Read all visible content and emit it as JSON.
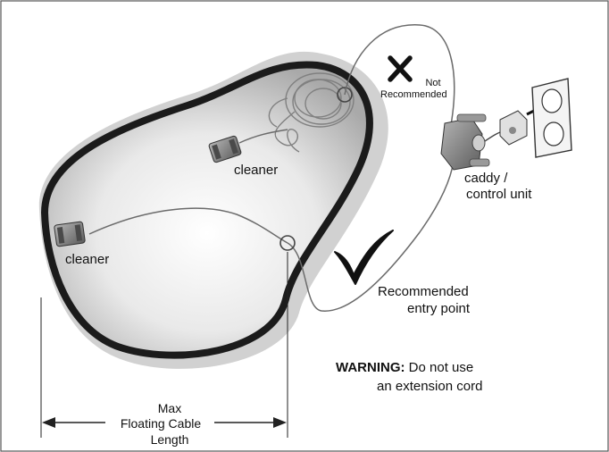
{
  "labels": {
    "cleaner_upper": "cleaner",
    "cleaner_lower": "cleaner",
    "not_line1": "Not",
    "not_line2": "Recommended",
    "caddy_line1": "caddy /",
    "caddy_line2": "control unit",
    "rec_line1": "Recommended",
    "rec_line2": "entry point",
    "warning_bold": "WARNING:",
    "warning_line1_rest": "Do not use",
    "warning_line2": "an extension cord",
    "max_line1": "Max",
    "max_line2": "Floating Cable",
    "max_line3": "Length"
  },
  "icons": {
    "not_recommended": "x-mark-icon",
    "recommended": "check-mark-icon"
  },
  "colors": {
    "pool_rim": "#1b1b1b",
    "pool_fill": "#d6d6d6",
    "cable": "#6b6b6b",
    "device": "#7a7a7a"
  }
}
